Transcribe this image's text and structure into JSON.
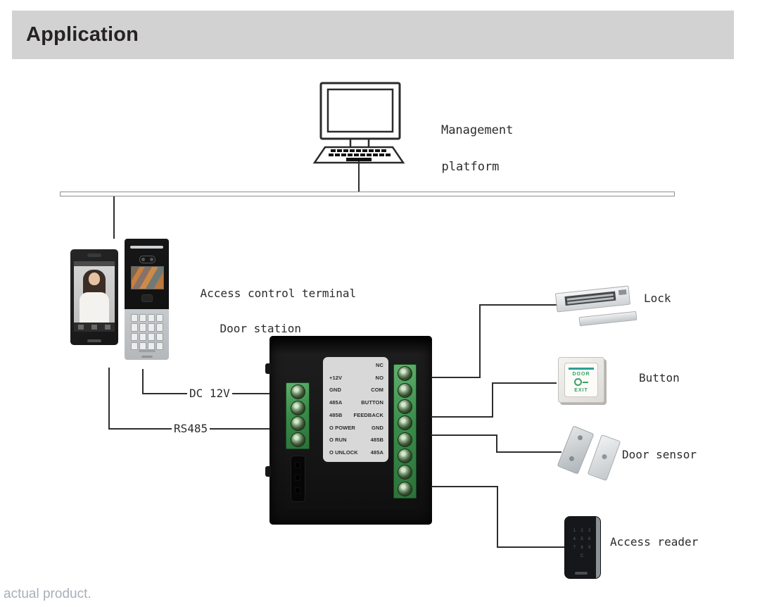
{
  "header": {
    "title": "Application"
  },
  "diagram": {
    "management_platform": {
      "line1": "Management",
      "line2": "platform"
    },
    "left_devices_label": {
      "line1": "Access control terminal",
      "line2": "Door station"
    },
    "connections": {
      "dc_label": "DC 12V",
      "rs485_label": "RS485"
    },
    "module": {
      "panel_rows": [
        {
          "left": "",
          "right": "NC"
        },
        {
          "left": "+12V",
          "right": "NO"
        },
        {
          "left": "GND",
          "right": "COM"
        },
        {
          "left": "485A",
          "right": "BUTTON"
        },
        {
          "left": "485B",
          "right": "FEEDBACK"
        },
        {
          "left": "O POWER",
          "right": "GND"
        },
        {
          "left": "O RUN",
          "right": "485B"
        },
        {
          "left": "O UNLOCK",
          "right": "485A"
        }
      ]
    },
    "exit_button": {
      "line1": "DOOR",
      "line2": "EXIT"
    },
    "right_labels": {
      "lock": "Lock",
      "button": "Button",
      "door_sensor": "Door sensor",
      "access_reader": "Access reader"
    },
    "reader_keys": [
      "1",
      "2",
      "3",
      "4",
      "5",
      "6",
      "7",
      "8",
      "9",
      "",
      "C",
      ""
    ]
  },
  "footer": {
    "note": "actual product."
  },
  "colors": {
    "header_bg": "#d2d2d2",
    "terminal_green": "#3a8c4a",
    "exit_teal": "#2e9e96",
    "exit_green": "#3aa066",
    "wire": "#2e2e2e"
  }
}
